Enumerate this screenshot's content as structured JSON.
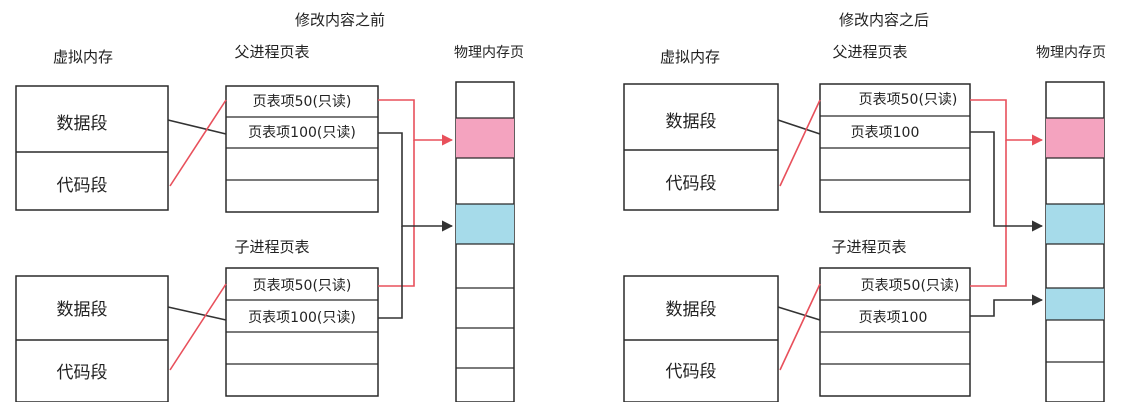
{
  "left": {
    "title": "修改内容之前",
    "virtual_header": "虚拟内存",
    "parent_table_header": "父进程页表",
    "child_table_header": "子进程页表",
    "physical_header": "物理内存页",
    "parent_vm": {
      "data_segment": "数据段",
      "code_segment": "代码段"
    },
    "child_vm": {
      "data_segment": "数据段",
      "code_segment": "代码段"
    },
    "parent_entries": [
      "页表项50(只读)",
      "页表项100(只读)"
    ],
    "child_entries": [
      "页表项50(只读)",
      "页表项100(只读)"
    ]
  },
  "right": {
    "title": "修改内容之后",
    "virtual_header": "虚拟内存",
    "parent_table_header": "父进程页表",
    "child_table_header": "子进程页表",
    "physical_header": "物理内存页",
    "parent_vm": {
      "data_segment": "数据段",
      "code_segment": "代码段"
    },
    "child_vm": {
      "data_segment": "数据段",
      "code_segment": "代码段"
    },
    "parent_entries": [
      "页表项50(只读)",
      "页表项100"
    ],
    "child_entries": [
      "页表项50(只读)",
      "页表项100"
    ]
  },
  "colors": {
    "pink_page": "#f4a3bf",
    "blue_page": "#a6dbea",
    "red_arrow": "#e8505b",
    "dark_arrow": "#333333",
    "outline": "#2a2a2a"
  }
}
